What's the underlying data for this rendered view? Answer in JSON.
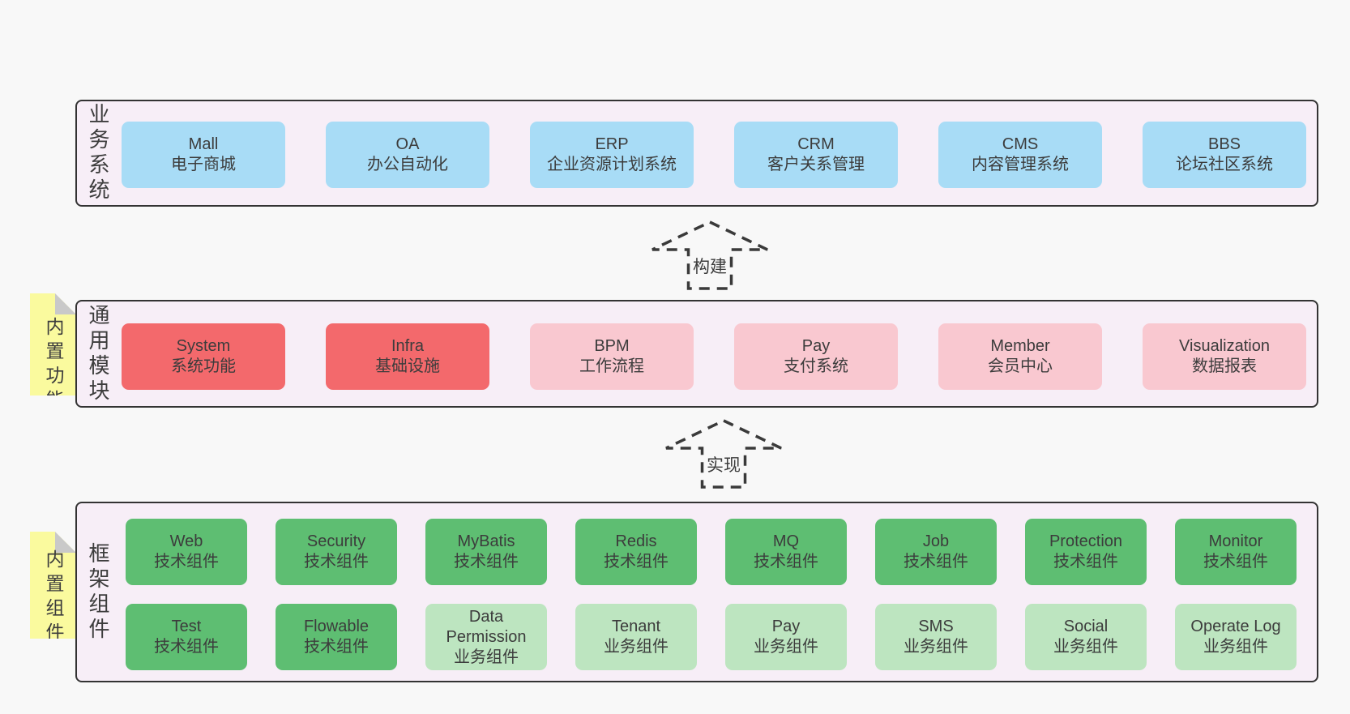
{
  "colors": {
    "page_bg": "#f8f8f8",
    "layer_bg": "#f7eef7",
    "layer_border": "#333333",
    "box_text": "#3c3c3c",
    "blue": "#a8dcf6",
    "red": "#f3696c",
    "pink": "#f9c8d0",
    "green": "#5ebe72",
    "light_green": "#bde5c0",
    "sticky_yellow": "#fafa9e",
    "sticky_fold": "#c9c9c9",
    "arrow_stroke": "#3a3a3a"
  },
  "stickies": {
    "features": "内置功能",
    "components": "内置组件"
  },
  "arrows": {
    "build": "构建",
    "implement": "实现"
  },
  "layers": {
    "business": {
      "label": "业务系统",
      "boxes": [
        {
          "name": "Mall",
          "desc": "电子商城",
          "color": "blue"
        },
        {
          "name": "OA",
          "desc": "办公自动化",
          "color": "blue"
        },
        {
          "name": "ERP",
          "desc": "企业资源计划系统",
          "color": "blue"
        },
        {
          "name": "CRM",
          "desc": "客户关系管理",
          "color": "blue"
        },
        {
          "name": "CMS",
          "desc": "内容管理系统",
          "color": "blue"
        },
        {
          "name": "BBS",
          "desc": "论坛社区系统",
          "color": "blue"
        }
      ]
    },
    "common": {
      "label": "通用模块",
      "boxes": [
        {
          "name": "System",
          "desc": "系统功能",
          "color": "red"
        },
        {
          "name": "Infra",
          "desc": "基础设施",
          "color": "red"
        },
        {
          "name": "BPM",
          "desc": "工作流程",
          "color": "pink"
        },
        {
          "name": "Pay",
          "desc": "支付系统",
          "color": "pink"
        },
        {
          "name": "Member",
          "desc": "会员中心",
          "color": "pink"
        },
        {
          "name": "Visualization",
          "desc": "数据报表",
          "color": "pink"
        }
      ]
    },
    "framework": {
      "label": "框架组件",
      "rows": [
        [
          {
            "name": "Web",
            "desc": "技术组件",
            "color": "green"
          },
          {
            "name": "Security",
            "desc": "技术组件",
            "color": "green"
          },
          {
            "name": "MyBatis",
            "desc": "技术组件",
            "color": "green"
          },
          {
            "name": "Redis",
            "desc": "技术组件",
            "color": "green"
          },
          {
            "name": "MQ",
            "desc": "技术组件",
            "color": "green"
          },
          {
            "name": "Job",
            "desc": "技术组件",
            "color": "green"
          },
          {
            "name": "Protection",
            "desc": "技术组件",
            "color": "green"
          },
          {
            "name": "Monitor",
            "desc": "技术组件",
            "color": "green"
          }
        ],
        [
          {
            "name": "Test",
            "desc": "技术组件",
            "color": "green"
          },
          {
            "name": "Flowable",
            "desc": "技术组件",
            "color": "green"
          },
          {
            "name": "Data Permission",
            "desc": "业务组件",
            "color": "light_green"
          },
          {
            "name": "Tenant",
            "desc": "业务组件",
            "color": "light_green"
          },
          {
            "name": "Pay",
            "desc": "业务组件",
            "color": "light_green"
          },
          {
            "name": "SMS",
            "desc": "业务组件",
            "color": "light_green"
          },
          {
            "name": "Social",
            "desc": "业务组件",
            "color": "light_green"
          },
          {
            "name": "Operate Log",
            "desc": "业务组件",
            "color": "light_green"
          }
        ]
      ]
    }
  }
}
